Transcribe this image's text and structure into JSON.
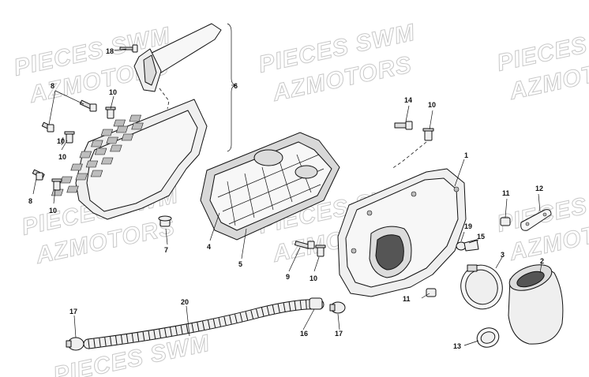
{
  "watermark": {
    "brand_line": "PIECES SWM",
    "maker_line": "AZMOTORS"
  },
  "callouts": {
    "c1": "1",
    "c2": "2",
    "c3": "3",
    "c4": "4",
    "c5": "5",
    "c6": "6",
    "c7": "7",
    "c8a": "8",
    "c8b": "8",
    "c9": "9",
    "c10a": "10",
    "c10b": "10",
    "c10c": "10",
    "c10d": "10",
    "c10e": "10",
    "c11a": "11",
    "c11b": "11",
    "c12": "12",
    "c13": "13",
    "c14": "14",
    "c15": "15",
    "c16": "16",
    "c17a": "17",
    "c17b": "17",
    "c18": "18",
    "c19": "19",
    "c20": "20"
  }
}
